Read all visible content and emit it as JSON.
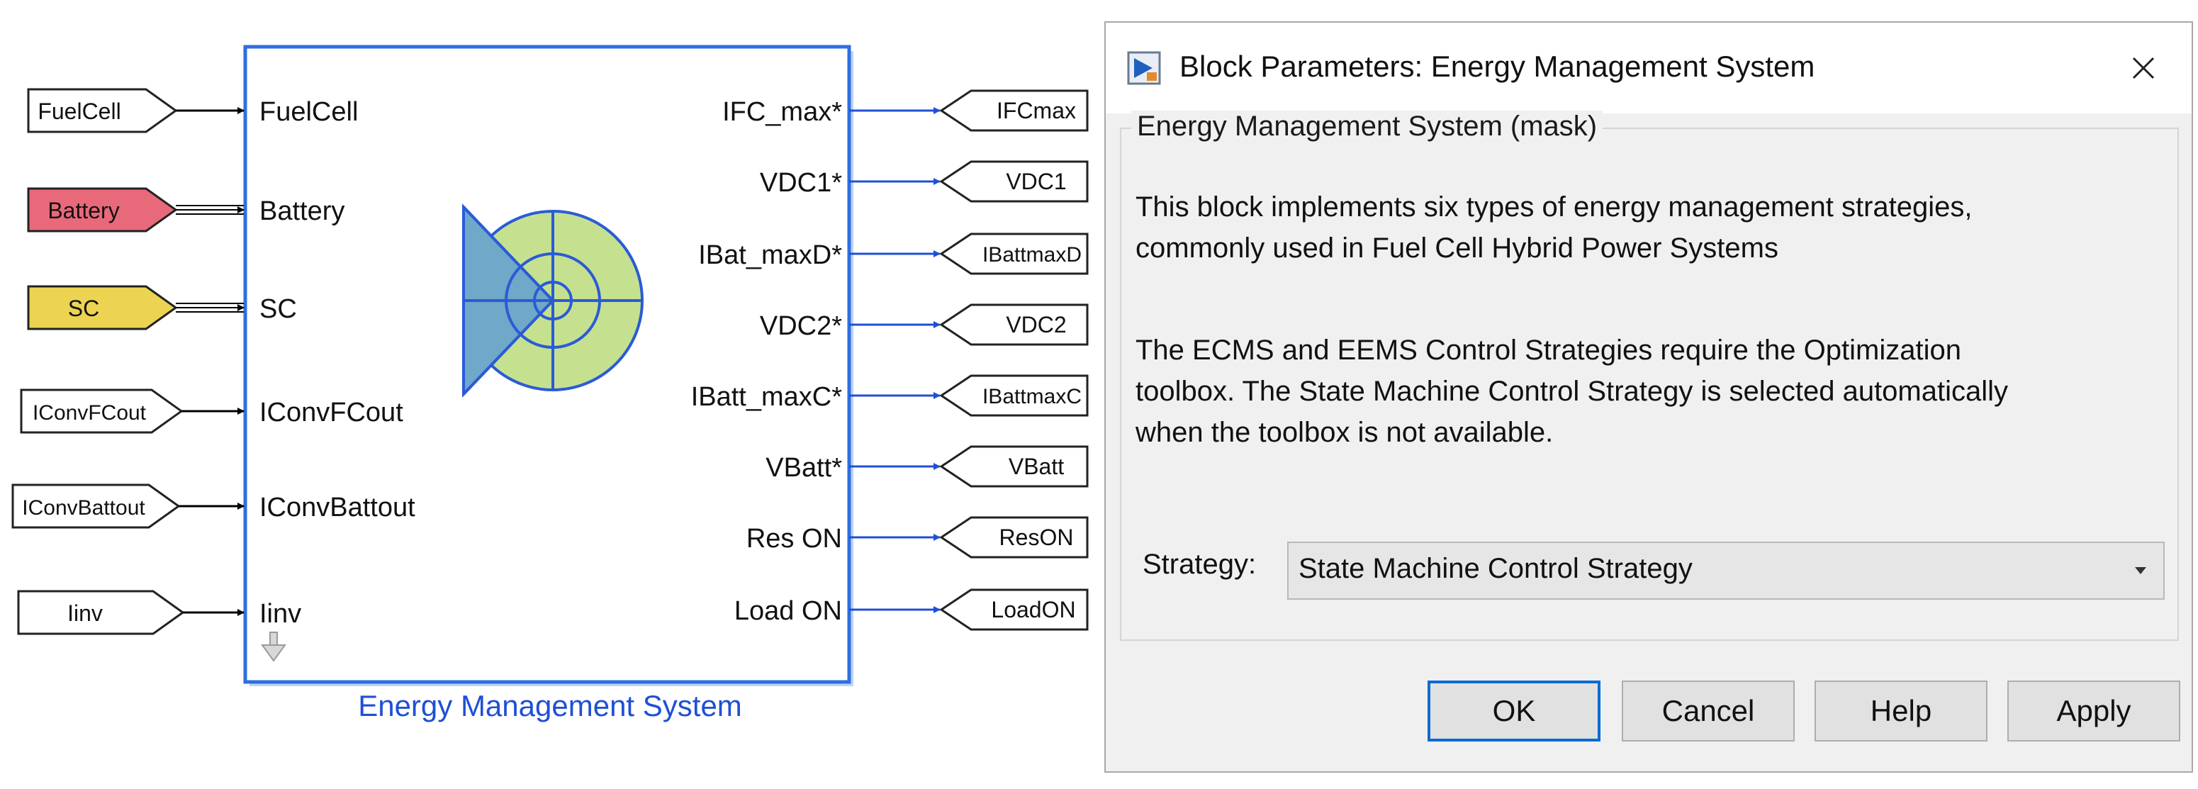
{
  "diagram": {
    "block_name": "Energy Management System",
    "inputs": [
      {
        "tag": "FuelCell",
        "port": "FuelCell",
        "fill": "#ffffff",
        "bus": false
      },
      {
        "tag": "Battery",
        "port": "Battery",
        "fill": "#e8697a",
        "bus": true
      },
      {
        "tag": "SC",
        "port": "SC",
        "fill": "#ecd452",
        "bus": true
      },
      {
        "tag": "IConvFCout",
        "port": "IConvFCout",
        "fill": "#ffffff",
        "bus": false
      },
      {
        "tag": "IConvBattout",
        "port": "IConvBattout",
        "fill": "#ffffff",
        "bus": false
      },
      {
        "tag": "Iinv",
        "port": "Iinv",
        "fill": "#ffffff",
        "bus": false
      }
    ],
    "outputs": [
      {
        "port": "IFC_max*",
        "tag": "IFCmax"
      },
      {
        "port": "VDC1*",
        "tag": "VDC1"
      },
      {
        "port": "IBat_maxD*",
        "tag": "IBattmaxD"
      },
      {
        "port": "VDC2*",
        "tag": "VDC2"
      },
      {
        "port": "IBatt_maxC*",
        "tag": "IBattmaxC"
      },
      {
        "port": "VBatt*",
        "tag": "VBatt"
      },
      {
        "port": "Res ON",
        "tag": "ResON"
      },
      {
        "port": "Load ON",
        "tag": "LoadON"
      }
    ],
    "colors": {
      "block_border": "#2f6ee0",
      "signal_line": "#1f4fd6",
      "icon_fill": "#c5e18f",
      "icon_wedge": "#6fa8c8",
      "icon_stroke": "#2a5bd7",
      "label": "#1f4fd6"
    }
  },
  "dialog": {
    "title": "Block Parameters: Energy Management System",
    "group_title": "Energy Management System (mask)",
    "description_lines": [
      "This block implements six types of energy management strategies,",
      "commonly used in Fuel Cell Hybrid Power Systems",
      "The ECMS and EEMS Control Strategies require the Optimization",
      "toolbox. The State Machine Control Strategy is selected automatically",
      "when the toolbox is not available."
    ],
    "strategy_label": "Strategy:",
    "strategy_value": "State Machine Control Strategy",
    "buttons": {
      "ok": "OK",
      "cancel": "Cancel",
      "help": "Help",
      "apply": "Apply"
    }
  }
}
